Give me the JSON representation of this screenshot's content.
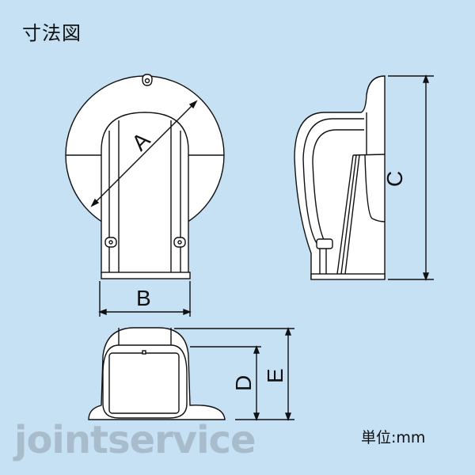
{
  "title": "寸法図",
  "unit_label": "単位:mm",
  "watermark": "jointservice",
  "colors": {
    "background": "#c6e0f4",
    "part_fill": "#ffffff",
    "line": "#111111",
    "watermark": "#a8bccb"
  },
  "dimensions": {
    "A": "A",
    "B": "B",
    "C": "C",
    "D": "D",
    "E": "E"
  },
  "views": [
    "front-view",
    "side-view",
    "bottom-view"
  ]
}
